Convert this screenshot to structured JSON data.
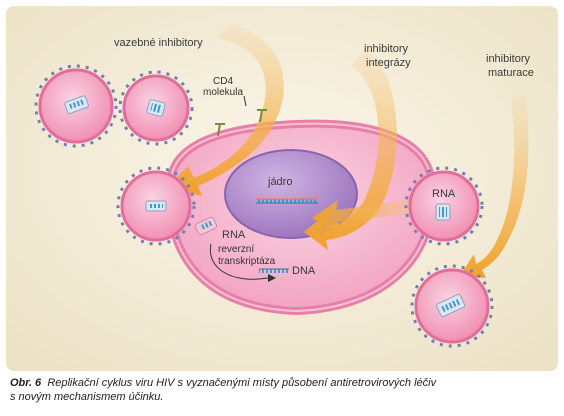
{
  "labels": {
    "binding_inhibitors": "vazebné inhibitory",
    "cd4_line1": "CD4",
    "cd4_line2": "molekula",
    "integrase_line1": "inhibitory",
    "integrase_line2": "integrázy",
    "maturation_line1": "inhibitory",
    "maturation_line2": "maturace",
    "nucleus": "jádro",
    "rna_cell": "RNA",
    "rna_bud": "RNA",
    "rt_line1": "reverzní",
    "rt_line2": "transkriptáza",
    "dna": "DNA"
  },
  "caption": {
    "fig_no": "Obr. 6",
    "text_line1": "Replikační cyklus viru HIV s vyznačenými místy působení antiretrovirových léčiv",
    "text_line2": "s novým mechanismem účinku."
  },
  "colors": {
    "background": "#f3ecd7",
    "cell_fill": "#f4a6c2",
    "cell_stroke": "#e77fa6",
    "nucleus": "#a985c4",
    "arrow": "#f2a52e",
    "virion_spike": "#6f7fb5",
    "virion_core": "#dbe6f2",
    "rna": "#3f9ad0"
  }
}
